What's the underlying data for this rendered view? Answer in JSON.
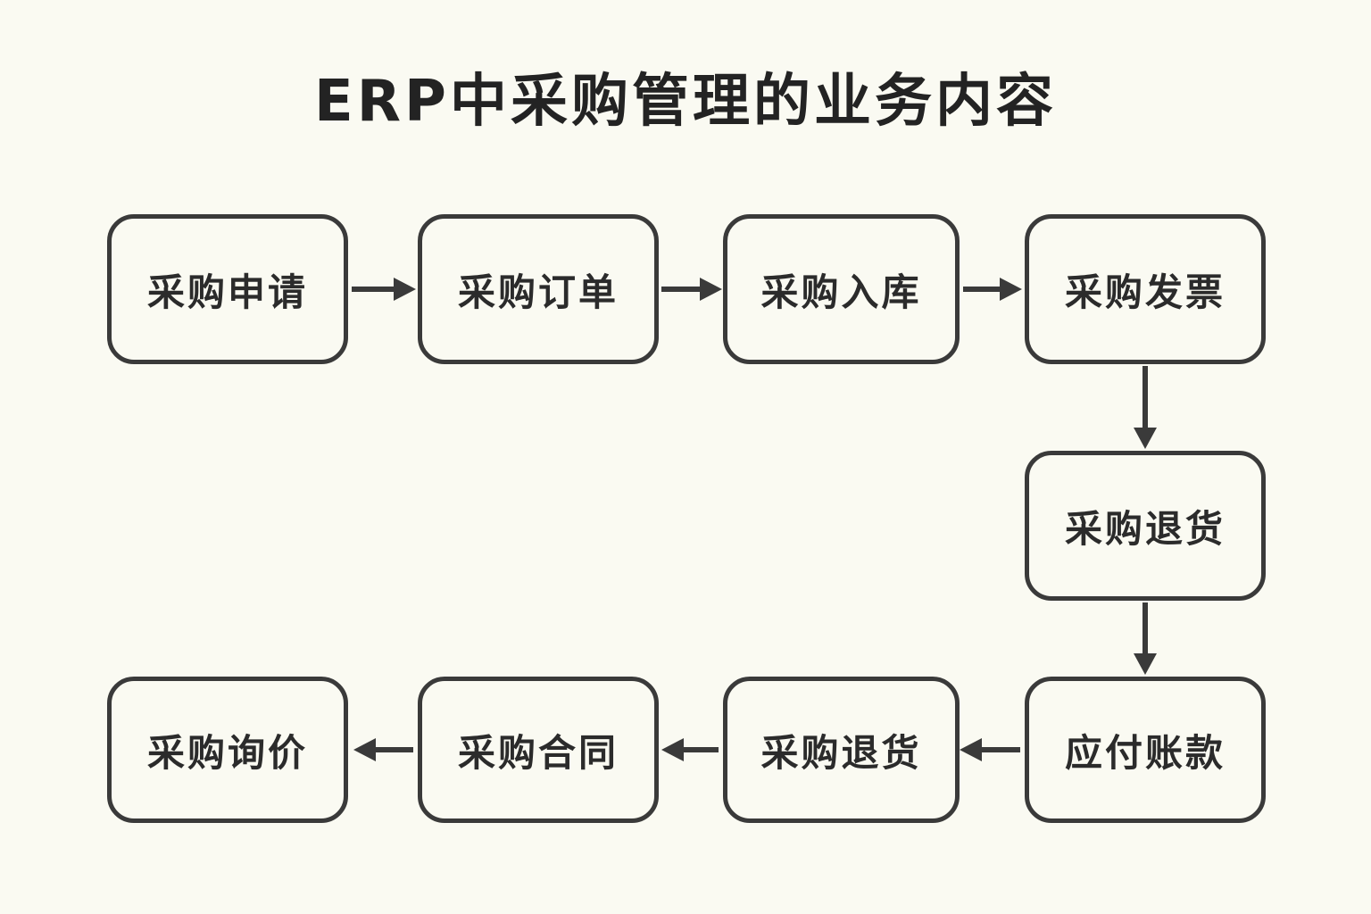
{
  "title": "ERP中采购管理的业务内容",
  "colors": {
    "background": "#FAFAF2",
    "stroke": "#3a3a3a",
    "text": "#2b2b2b"
  },
  "nodes": [
    {
      "id": "purchase-request",
      "label": "采购申请"
    },
    {
      "id": "purchase-order",
      "label": "采购订单"
    },
    {
      "id": "purchase-inbound",
      "label": "采购入库"
    },
    {
      "id": "purchase-invoice",
      "label": "采购发票"
    },
    {
      "id": "purchase-return-mid",
      "label": "采购退货"
    },
    {
      "id": "accounts-payable",
      "label": "应付账款"
    },
    {
      "id": "purchase-return-bottom",
      "label": "采购退货"
    },
    {
      "id": "purchase-contract",
      "label": "采购合同"
    },
    {
      "id": "purchase-inquiry",
      "label": "采购询价"
    }
  ],
  "edges": [
    {
      "from": "purchase-request",
      "to": "purchase-order",
      "direction": "right"
    },
    {
      "from": "purchase-order",
      "to": "purchase-inbound",
      "direction": "right"
    },
    {
      "from": "purchase-inbound",
      "to": "purchase-invoice",
      "direction": "right"
    },
    {
      "from": "purchase-invoice",
      "to": "purchase-return-mid",
      "direction": "down"
    },
    {
      "from": "purchase-return-mid",
      "to": "accounts-payable",
      "direction": "down"
    },
    {
      "from": "accounts-payable",
      "to": "purchase-return-bottom",
      "direction": "left"
    },
    {
      "from": "purchase-return-bottom",
      "to": "purchase-contract",
      "direction": "left"
    },
    {
      "from": "purchase-contract",
      "to": "purchase-inquiry",
      "direction": "left"
    }
  ]
}
